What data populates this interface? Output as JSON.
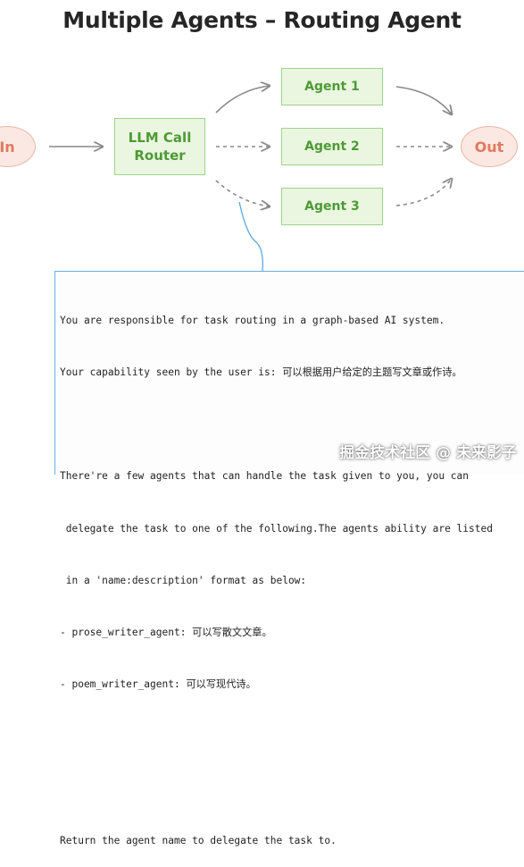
{
  "title": "Multiple Agents – Routing Agent",
  "nodes": {
    "input": "In",
    "router_line1": "LLM Call",
    "router_line2": "Router",
    "agent1": "Agent 1",
    "agent2": "Agent 2",
    "agent3": "Agent 3",
    "output": "Out"
  },
  "colors": {
    "io_fill": "#fbe8e2",
    "io_border": "#ecb4a4",
    "io_text": "#e07a5f",
    "node_fill": "#eaf6e0",
    "node_border": "#9fd38a",
    "node_text": "#4e9a36",
    "edge": "#8a8a8a",
    "callout": "#5aa8dc"
  },
  "prompt": {
    "lines": [
      "You are responsible for task routing in a graph-based AI system.",
      "Your capability seen by the user is: 可以根据用户给定的主题写文章或作诗。",
      "",
      "There're a few agents that can handle the task given to you, you can",
      " delegate the task to one of the following.The agents ability are listed",
      " in a 'name:description' format as below:",
      "- prose_writer_agent: 可以写散文文章。",
      "- poem_writer_agent: 可以写现代诗。",
      "",
      "",
      "Return the agent name to delegate the task to."
    ]
  },
  "watermark": "掘金技术社区 @ 未来影子"
}
